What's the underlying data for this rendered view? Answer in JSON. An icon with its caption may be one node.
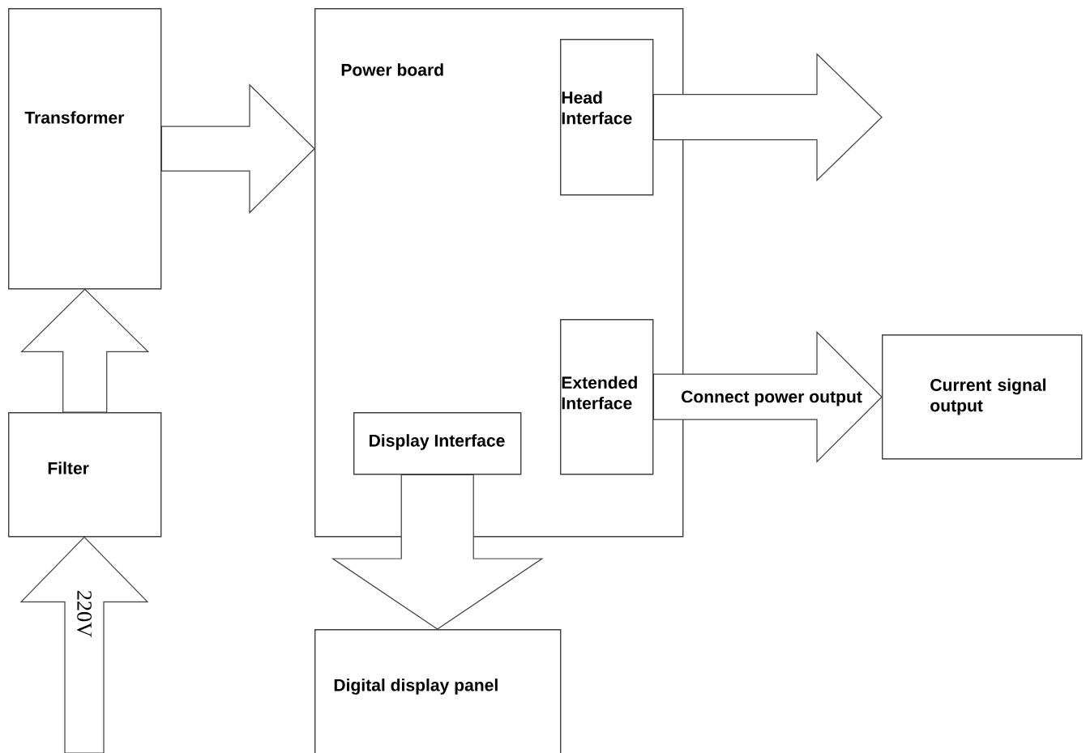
{
  "diagram": {
    "nodes": [
      {
        "text": [
          "Transformer"
        ]
      },
      {
        "text": [
          "Power board"
        ]
      },
      {
        "text": [
          "Head Interface"
        ],
        "in": 1
      },
      {
        "text": [
          "Extended Interface"
        ],
        "in": 1
      },
      {
        "text": [
          "Display Interface"
        ],
        "in": 1
      },
      {
        "text": [
          "Current signal output"
        ]
      },
      {
        "text": [
          "Filter"
        ]
      },
      {
        "text": [
          "Digital display panel"
        ]
      }
    ],
    "edges": [
      {
        "from": 0,
        "to": 1,
        "arrow": "to"
      },
      {
        "from": 2,
        "to": null,
        "arrow": "to"
      },
      {
        "from": 3,
        "to": 5,
        "arrow": "to",
        "label": "Connect power output"
      },
      {
        "from": 4,
        "to": 7,
        "arrow": "to"
      },
      {
        "from": 6,
        "to": 0,
        "arrow": "to"
      },
      {
        "from": null,
        "to": 6,
        "arrow": "to",
        "label": "220V"
      }
    ]
  }
}
